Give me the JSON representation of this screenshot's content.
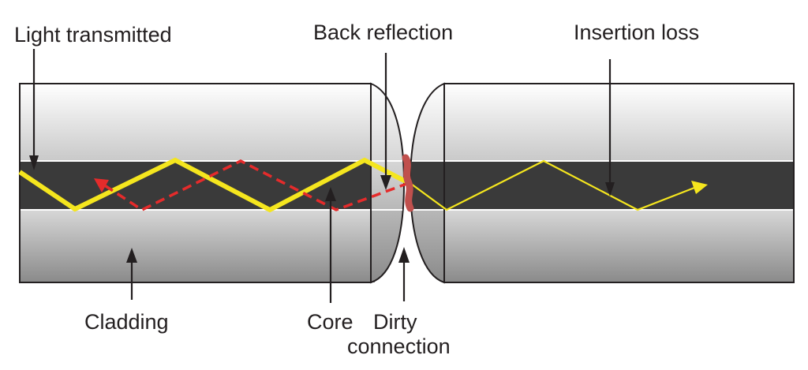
{
  "labels": {
    "light_transmitted": "Light transmitted",
    "back_reflection": "Back reflection",
    "insertion_loss": "Insertion loss",
    "cladding": "Cladding",
    "core": "Core",
    "dirty_line1": "Dirty",
    "dirty_line2": "connection"
  },
  "colors": {
    "core": "#3a3a3a",
    "light_transmitted": "#f5e61e",
    "back_reflection": "#e52b2b",
    "dirt": "#c0504d",
    "outline": "#231f20"
  }
}
